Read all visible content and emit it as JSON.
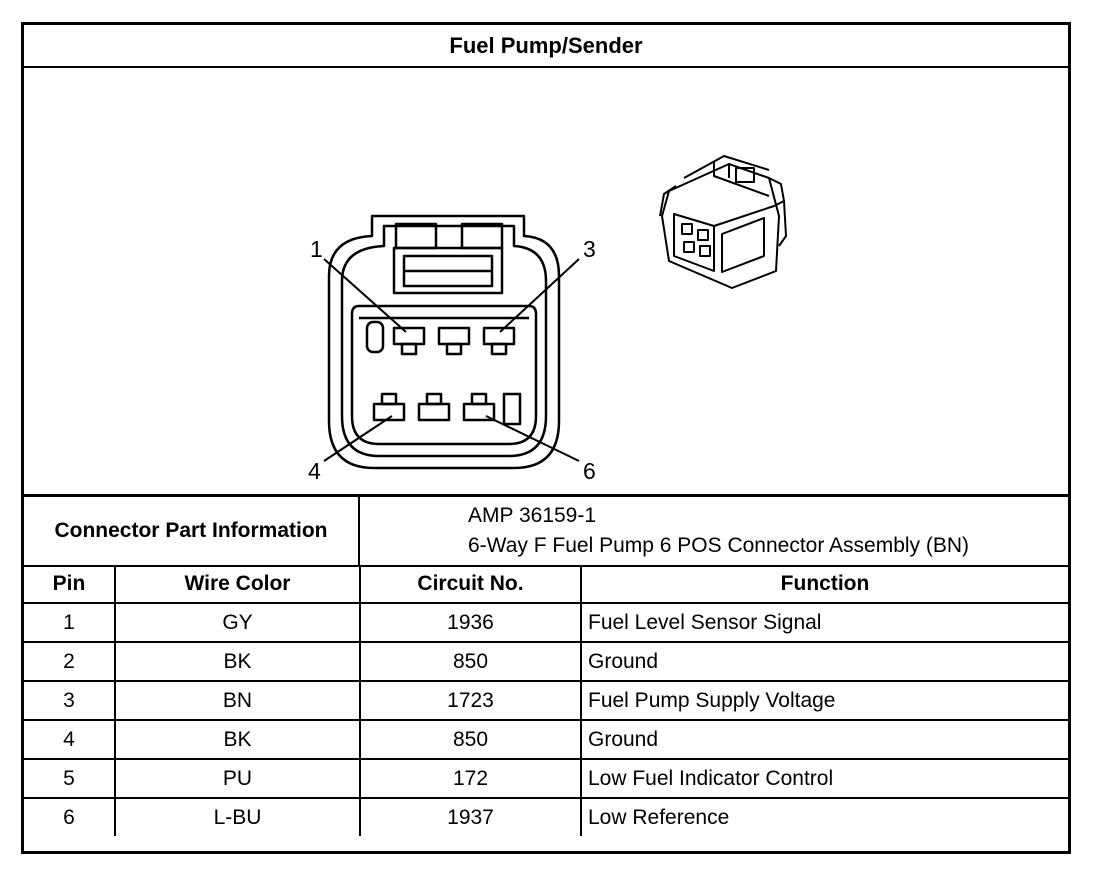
{
  "title": "Fuel Pump/Sender",
  "diagram": {
    "pin_callouts": [
      "1",
      "3",
      "4",
      "6"
    ]
  },
  "connector_part_info": {
    "label": "Connector Part Information",
    "lines": [
      "AMP 36159-1",
      "6-Way F Fuel Pump 6 POS Connector Assembly (BN)"
    ]
  },
  "table": {
    "headers": [
      "Pin",
      "Wire Color",
      "Circuit No.",
      "Function"
    ],
    "rows": [
      {
        "pin": "1",
        "wire_color": "GY",
        "circuit": "1936",
        "function": "Fuel Level Sensor Signal"
      },
      {
        "pin": "2",
        "wire_color": "BK",
        "circuit": "850",
        "function": "Ground"
      },
      {
        "pin": "3",
        "wire_color": "BN",
        "circuit": "1723",
        "function": "Fuel Pump Supply Voltage"
      },
      {
        "pin": "4",
        "wire_color": "BK",
        "circuit": "850",
        "function": "Ground"
      },
      {
        "pin": "5",
        "wire_color": "PU",
        "circuit": "172",
        "function": "Low Fuel Indicator Control"
      },
      {
        "pin": "6",
        "wire_color": "L-BU",
        "circuit": "1937",
        "function": "Low Reference"
      }
    ]
  }
}
